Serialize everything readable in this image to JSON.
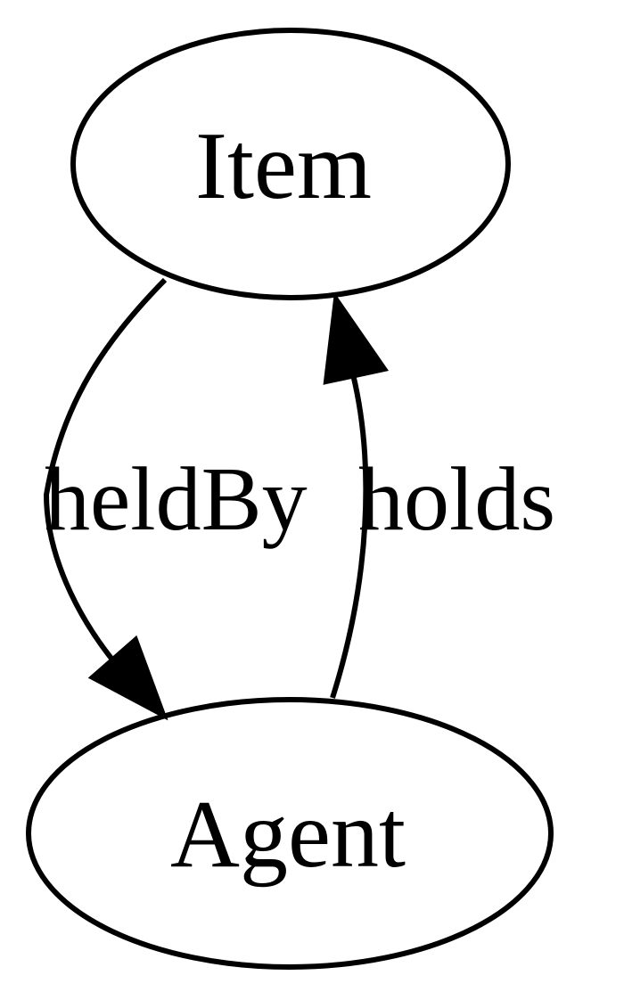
{
  "diagram": {
    "nodes": {
      "item": {
        "label": "Item"
      },
      "agent": {
        "label": "Agent"
      }
    },
    "edges": {
      "held_by": {
        "label": "heldBy"
      },
      "holds": {
        "label": "holds"
      }
    }
  }
}
